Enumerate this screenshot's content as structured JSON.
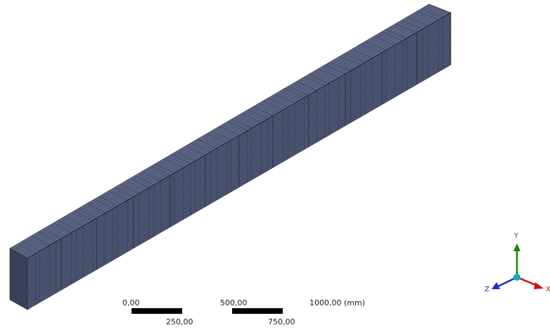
{
  "viewport": {
    "background": "#ffffff",
    "model_face_color": "#4a5370",
    "mesh_line_color": "#2a2f42"
  },
  "scale_bar": {
    "labels": {
      "zero": "0,00",
      "quarter": "250,00",
      "half": "500,00",
      "three_quarter": "750,00",
      "full": "1000,00 (mm)"
    }
  },
  "triad": {
    "y_label": "Y",
    "x_label": "X",
    "z_label": "Z",
    "colors": {
      "y": "#0a8a0a",
      "x": "#cc1111",
      "z": "#1a2ecc",
      "origin": "#18a8b8"
    }
  }
}
